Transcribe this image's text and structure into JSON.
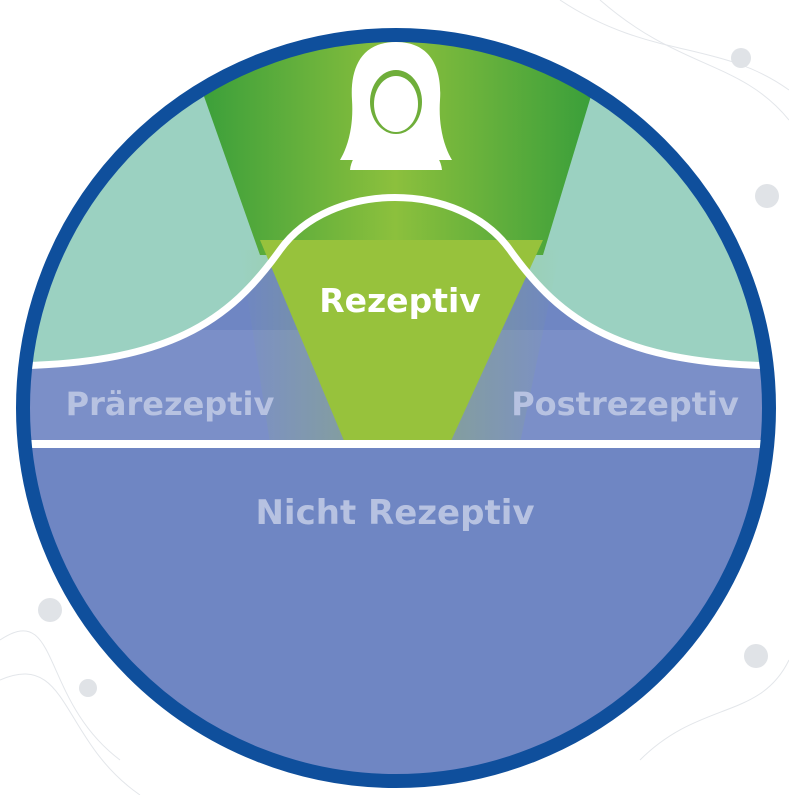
{
  "diagram": {
    "labels": {
      "receptive": "Rezeptiv",
      "pre_receptive": "Prärezeptiv",
      "post_receptive": "Postrezeptiv",
      "not_receptive": "Nicht Rezeptiv"
    },
    "icon": "woman-avatar-icon",
    "colors": {
      "ring": "#0f4f9c",
      "receptive_green": "#97c23c",
      "receptive_dark_green": "#2e9a3a",
      "upper_teal": "#9bd1c1",
      "band_blue": "#7b8fc8",
      "lower_blue": "#6f86c3",
      "divider": "#ffffff",
      "label_receptive": "#ffffff",
      "label_faint": "#b7c2e1"
    }
  }
}
